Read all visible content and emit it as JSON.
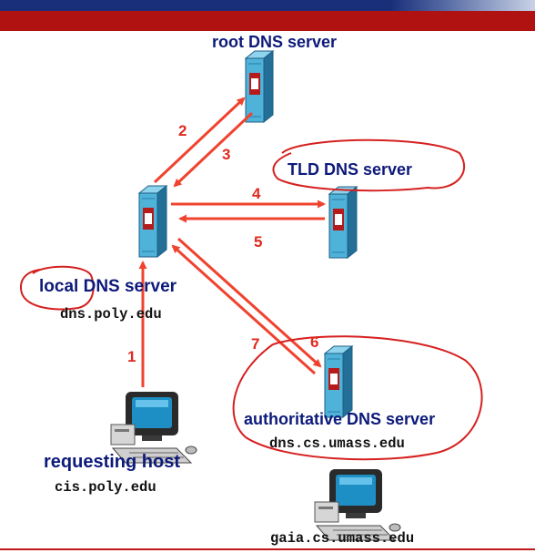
{
  "labels": {
    "root_server": "root DNS server",
    "tld_server": "TLD DNS server",
    "local_word": "local",
    "local_rest": " DNS server",
    "local_host": "dns.poly.edu",
    "auth_server": "authoritative DNS server",
    "auth_host": "dns.cs.umass.edu",
    "requesting_host": "requesting host",
    "requesting_name": "cis.poly.edu",
    "destination_host": "gaia.cs.umass.edu"
  },
  "steps": [
    "1",
    "2",
    "3",
    "4",
    "5",
    "6",
    "7"
  ],
  "colors": {
    "arrow": "#f0432f",
    "server_body": "#4fb2d8",
    "server_side": "#236f98",
    "server_slot": "#b51b1b",
    "handwriting": "#d62020",
    "label_navy": "#0d1a7a"
  }
}
